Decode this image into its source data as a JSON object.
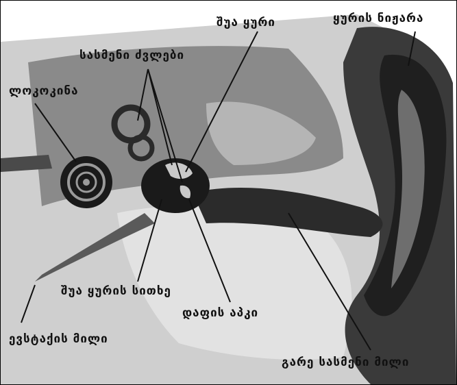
{
  "labels": {
    "middle_ear": "შუა ყური",
    "auricle": "ყურის ნიჟარა",
    "ossicles": "სასმენი ძვლები",
    "cochlea": "ლოკოკინა",
    "middle_ear_cavity": "შუა ყურის სითხე",
    "eardrum": "დაფის აპკი",
    "eustachian_tube": "ევსტაქის მილი",
    "ear_canal": "გარე სასმენი მილი"
  },
  "colors": {
    "line": "#111111",
    "skin_dark": "#2b2b2b",
    "bone_light": "#d9d9d9",
    "tissue_mid": "#9a9a9a"
  }
}
